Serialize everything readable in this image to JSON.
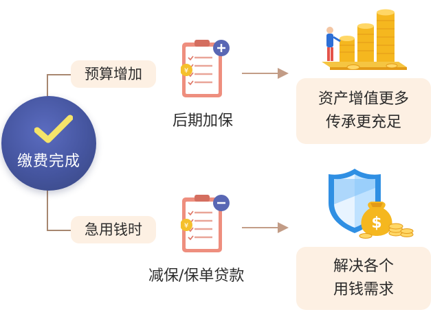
{
  "center": {
    "label": "缴费完成"
  },
  "branches": [
    {
      "condition": "预算增加",
      "action": "后期加保",
      "action_badge": "+",
      "result_lines": [
        "资产增值更多",
        "传承更充足"
      ],
      "illustration": "coins-growth-icon"
    },
    {
      "condition": "急用钱时",
      "action": "减保/保单贷款",
      "action_badge": "-",
      "result_lines": [
        "解决各个",
        "用钱需求"
      ],
      "illustration": "shield-money-bag-icon"
    }
  ],
  "colors": {
    "center_circle": "#45559f",
    "check": "#f5e46a",
    "pill_bg": "#fdf0e3",
    "arrow": "#c29c86",
    "connector": "#a7866f",
    "clipboard": "#ee8e7e",
    "coin": "#f5b71f",
    "shield": "#2f8fe3"
  }
}
